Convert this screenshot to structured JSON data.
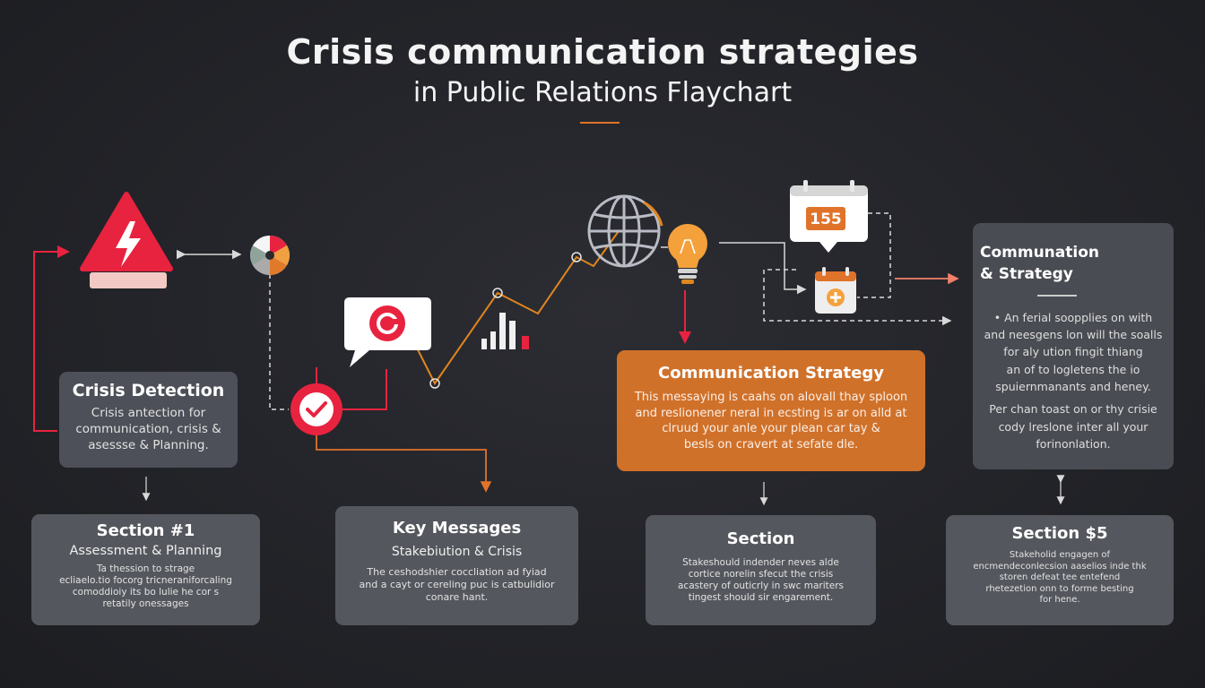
{
  "title": {
    "line1": "Crisis communication strategies",
    "line2": "in Public Relations Flaychart"
  },
  "icons": {
    "warning": "warning-lightning-icon",
    "pie": "pie-chart-icon",
    "target": "target-icon",
    "check": "check-circle-icon",
    "chat": "chat-bubble-icon",
    "bars": "bar-chart-icon",
    "globe": "globe-icon",
    "bulb": "lightbulb-icon",
    "calendar": "calendar-icon",
    "calendar_number": "155",
    "calendar_add": "calendar-add-icon",
    "calendar_grid": "calendar-grid-icon"
  },
  "colors": {
    "accent_orange": "#d0712a",
    "accent_red": "#e8233f",
    "box_gray": "#55575e",
    "background": "#232429"
  },
  "boxes": {
    "detection": {
      "heading": "Crisis Detection",
      "body": [
        "Crisis antection for",
        "communication, crisis &",
        "asessse & Planning."
      ]
    },
    "section1": {
      "heading": "Section #1",
      "subheading": "Assessment & Planning",
      "body": [
        "Ta thession to strage",
        "ecliaelo.tio focorg tricneraniforcaling",
        "comoddioiy its bo lulie he cor s",
        "retatily onessages"
      ]
    },
    "key_messages": {
      "heading": "Key Messages",
      "subheading": "Stakebiution & Crisis",
      "body": [
        "The ceshodshier coccliation ad fyiad",
        "and a cayt or cereling puc is catbulidior",
        "conare hant."
      ]
    },
    "strategy": {
      "heading": "Communication Strategy",
      "body": [
        "This messaying is caahs on alovall thay sploon",
        "and reslionener neral in ecsting is ar on alld at",
        "clruud your anle your plean car tay &",
        "besls on cravert at sefate dle."
      ]
    },
    "section_mid": {
      "heading": "Section",
      "body": [
        "Stakeshould indender neves alde",
        "cortice norelin sfecut the crisis",
        "acastery of outicrly in swc mariters",
        "tingest should sir engarement."
      ]
    },
    "comm_strategy": {
      "heading": [
        "Communation",
        "& Strategy"
      ],
      "body": [
        "•  An ferial soopplies on with",
        "and neesgens lon will the soalls",
        "for aly ution fingit thiang",
        "an of to logletens the io",
        "spuiernmanants and heney."
      ],
      "body2": [
        "Per chan toast on or thy crisie",
        "cody lreslone inter all your",
        "forinonlation."
      ]
    },
    "section5": {
      "heading": "Section $5",
      "body": [
        "Stakeholid engagen of",
        "encmendeconlecsion aaselios inde thk",
        "storen defeat tee entefend",
        "rhetezetion onn to forme besting",
        "for hene."
      ]
    }
  }
}
